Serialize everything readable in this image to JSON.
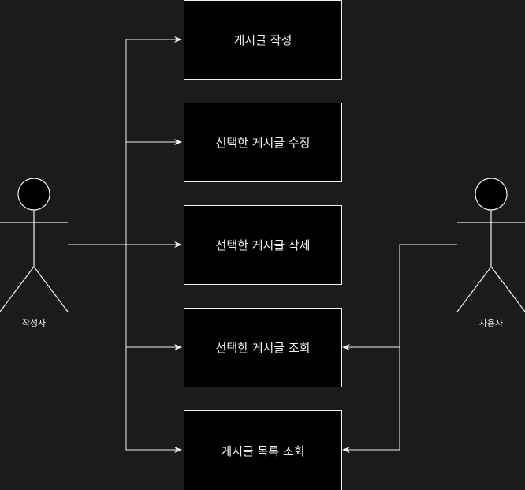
{
  "actors": {
    "writer": {
      "label": "작성자"
    },
    "user": {
      "label": "사용자"
    }
  },
  "usecases": [
    {
      "label": "게시글 작성"
    },
    {
      "label": "선택한 게시글 수정"
    },
    {
      "label": "선택한 게시글 삭제"
    },
    {
      "label": "선택한 게시글 조회"
    },
    {
      "label": "게시글 목록 조회"
    }
  ],
  "colors": {
    "background": "#1b1b1b",
    "box_fill": "#000000",
    "stroke": "#f0f0f0"
  }
}
